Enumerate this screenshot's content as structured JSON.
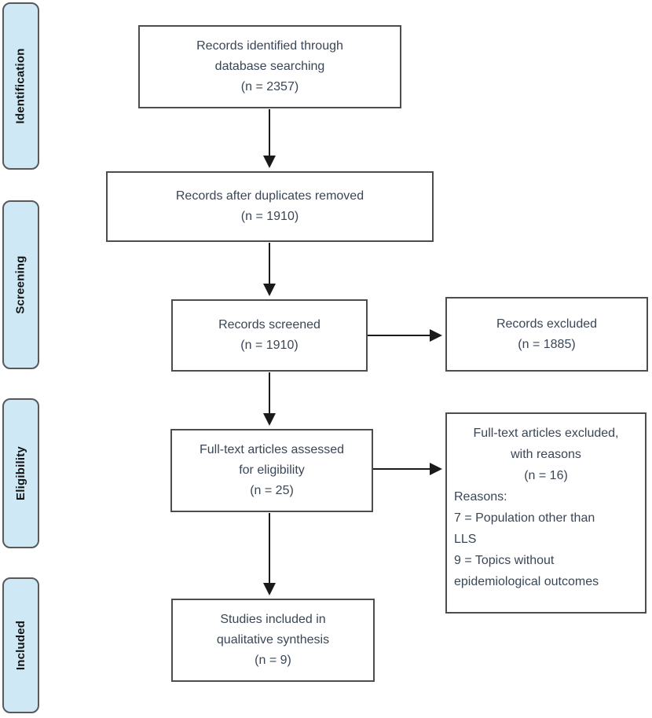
{
  "diagram": {
    "type": "prisma-flow-diagram",
    "stage_labels": [
      "Identification",
      "Screening",
      "Eligibility",
      "Included"
    ],
    "boxes": {
      "identified": {
        "lines": [
          "Records identified through",
          "database searching",
          "(n = 2357)"
        ]
      },
      "after_duplicates": {
        "lines": [
          "Records after duplicates removed",
          "(n = 1910)"
        ]
      },
      "screened": {
        "lines": [
          "Records screened",
          "(n = 1910)"
        ]
      },
      "records_excluded": {
        "lines": [
          "Records excluded",
          "(n = 1885)"
        ]
      },
      "fulltext_assessed": {
        "lines": [
          "Full-text articles assessed",
          "for eligibility",
          "(n = 25)"
        ]
      },
      "fulltext_excluded": {
        "centered_lines": [
          "Full-text articles excluded,",
          "with reasons",
          "(n = 16)"
        ],
        "reason_lines": [
          "Reasons:",
          "7 = Population other than",
          "LLS",
          "9 = Topics without",
          "epidemiological outcomes"
        ]
      },
      "included_studies": {
        "lines": [
          "Studies included in",
          "qualitative synthesis",
          "(n = 9)"
        ]
      }
    },
    "colors": {
      "stage_fill": "#cee9f5",
      "stage_border": "#58595b",
      "box_border": "#4d4d4d",
      "box_text": "#3a4656",
      "arrow": "#1a1a1a"
    }
  }
}
